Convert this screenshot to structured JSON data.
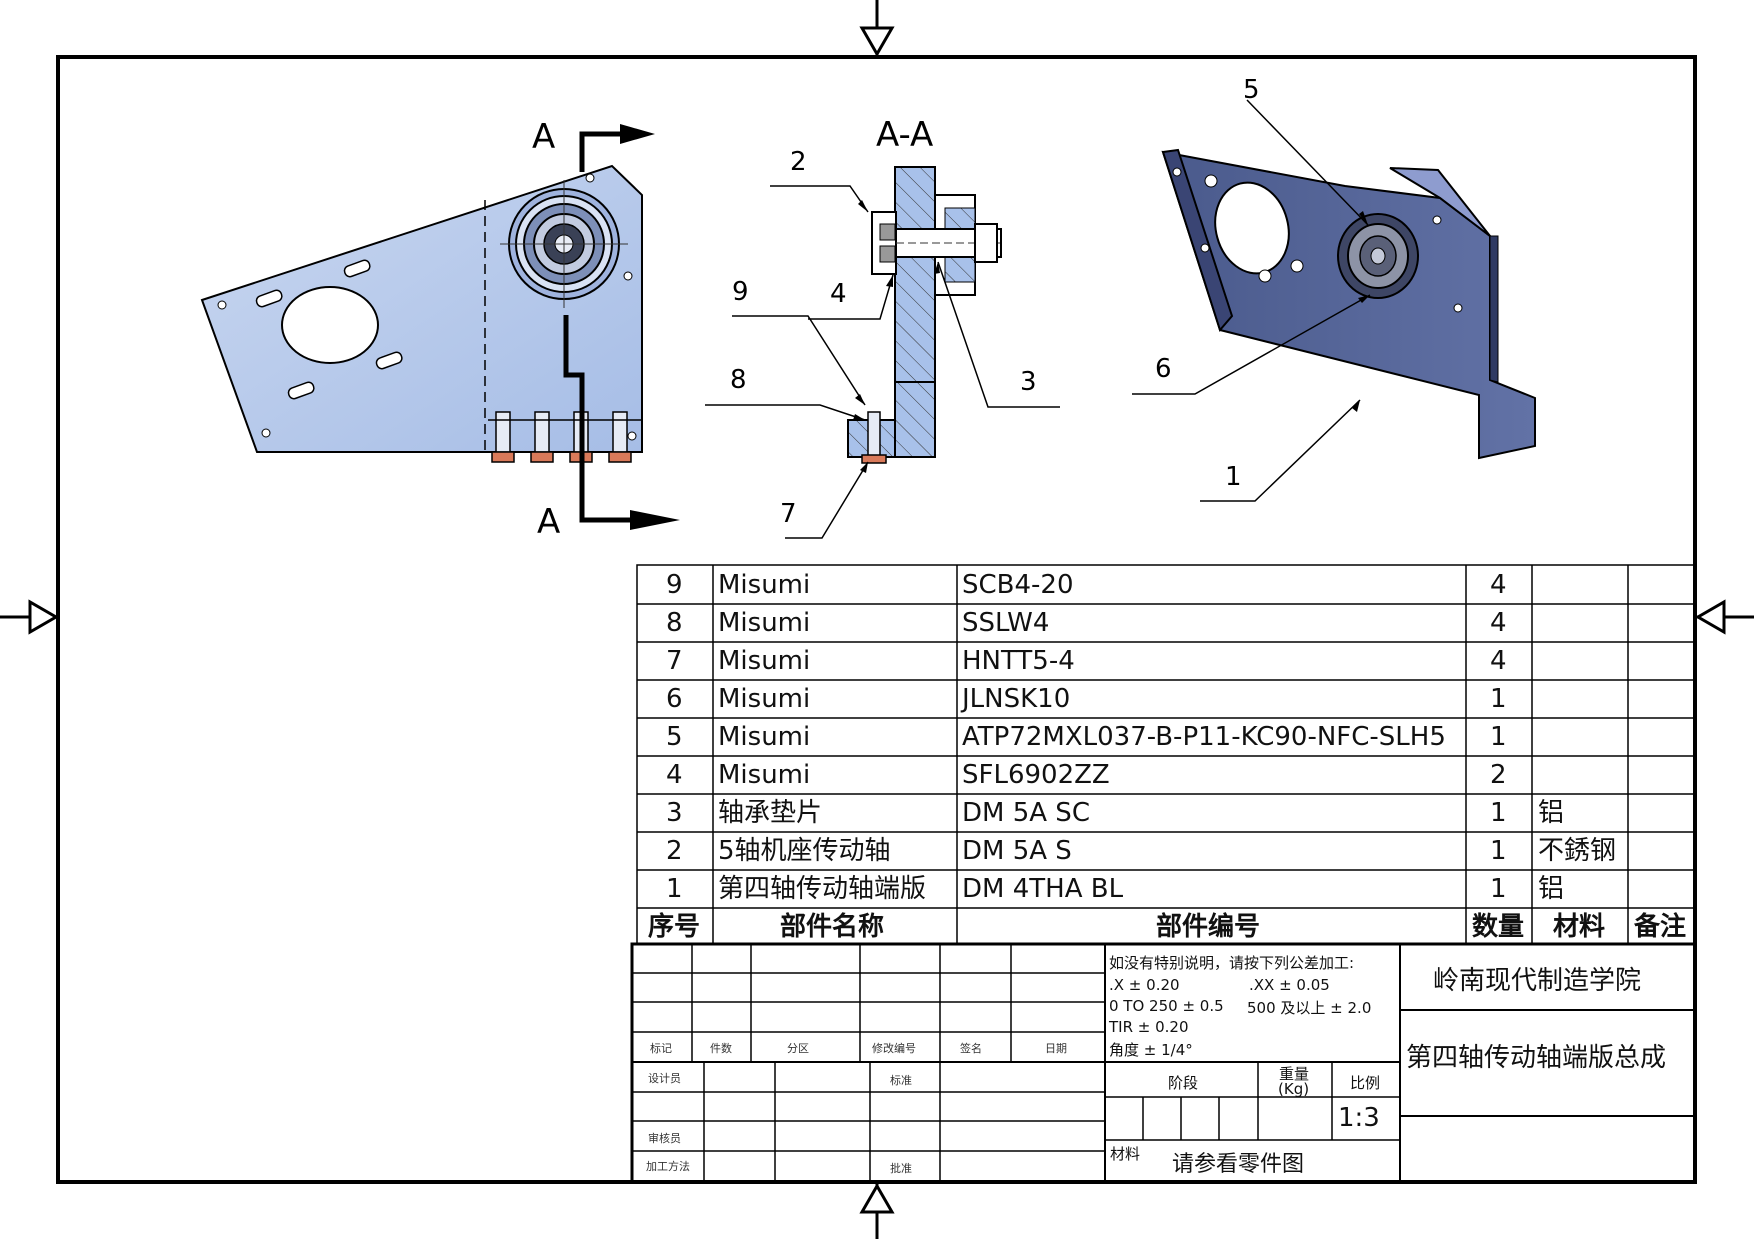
{
  "views": {
    "front_label_top": "A",
    "front_label_bottom": "A",
    "section_title": "A-A",
    "balloons": [
      "1",
      "2",
      "3",
      "4",
      "5",
      "6",
      "7",
      "8",
      "9"
    ]
  },
  "bom": {
    "rows": [
      {
        "no": "9",
        "name": "Misumi",
        "part": "SCB4-20",
        "qty": "4",
        "material": "",
        "note": ""
      },
      {
        "no": "8",
        "name": "Misumi",
        "part": "SSLW4",
        "qty": "4",
        "material": "",
        "note": ""
      },
      {
        "no": "7",
        "name": "Misumi",
        "part": "HNTT5-4",
        "qty": "4",
        "material": "",
        "note": ""
      },
      {
        "no": "6",
        "name": "Misumi",
        "part": "JLNSK10",
        "qty": "1",
        "material": "",
        "note": ""
      },
      {
        "no": "5",
        "name": "Misumi",
        "part": "ATP72MXL037-B-P11-KC90-NFC-SLH5",
        "qty": "1",
        "material": "",
        "note": ""
      },
      {
        "no": "4",
        "name": "Misumi",
        "part": "SFL6902ZZ",
        "qty": "2",
        "material": "",
        "note": ""
      },
      {
        "no": "3",
        "name": "轴承垫片",
        "part": "DM 5A SC",
        "qty": "1",
        "material": "铝",
        "note": ""
      },
      {
        "no": "2",
        "name": "5轴机座传动轴",
        "part": "DM 5A S",
        "qty": "1",
        "material": "不銹钢",
        "note": ""
      },
      {
        "no": "1",
        "name": "第四轴传动轴端版",
        "part": "DM 4THA BL",
        "qty": "1",
        "material": "铝",
        "note": ""
      }
    ],
    "headers": {
      "no": "序号",
      "name": "部件名称",
      "part": "部件编号",
      "qty": "数量",
      "material": "材料",
      "note": "备注"
    }
  },
  "title_block": {
    "rev_headers": [
      "标记",
      "件数",
      "分区",
      "修改编号",
      "签名",
      "日期"
    ],
    "role_designer": "设计员",
    "role_standard": "标准",
    "role_reviewer": "审核员",
    "role_process": "加工方法",
    "role_approve": "批准",
    "tolerance_note": "如没有特别说明，请按下列公差加工:",
    "tol_x": ".X ± 0.20",
    "tol_xx": ".XX ± 0.05",
    "tol_range1": "0 TO 250 ± 0.5",
    "tol_range2": "500 及以上 ± 2.0",
    "tol_tir": "TIR ± 0.20",
    "tol_angle": "角度 ± 1/4°",
    "stage_label": "阶段",
    "weight_label": "重量",
    "weight_unit": "(Kg)",
    "scale_label": "比例",
    "scale_value": "1:3",
    "material_label": "材料",
    "material_value": "请参看零件图",
    "company": "岭南现代制造学院",
    "drawing_title": "第四轴传动轴端版总成"
  }
}
